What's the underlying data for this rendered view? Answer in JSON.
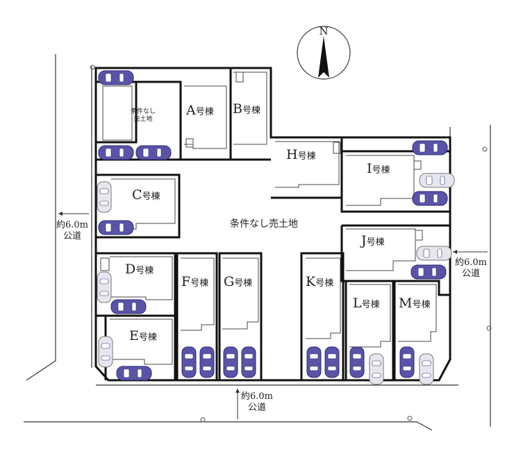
{
  "compass": {
    "north_label": "N"
  },
  "lots": [
    {
      "id": "A",
      "letter": "A",
      "suffix": "号棟"
    },
    {
      "id": "B",
      "letter": "B",
      "suffix": "号棟"
    },
    {
      "id": "C",
      "letter": "C",
      "suffix": "号棟"
    },
    {
      "id": "D",
      "letter": "D",
      "suffix": "号棟"
    },
    {
      "id": "E",
      "letter": "E",
      "suffix": "号棟"
    },
    {
      "id": "F",
      "letter": "F",
      "suffix": "号棟"
    },
    {
      "id": "G",
      "letter": "G",
      "suffix": "号棟"
    },
    {
      "id": "H",
      "letter": "H",
      "suffix": "号棟"
    },
    {
      "id": "I",
      "letter": "I",
      "suffix": "号棟"
    },
    {
      "id": "J",
      "letter": "J",
      "suffix": "号棟"
    },
    {
      "id": "K",
      "letter": "K",
      "suffix": "号棟"
    },
    {
      "id": "L",
      "letter": "L",
      "suffix": "号棟"
    },
    {
      "id": "M",
      "letter": "M",
      "suffix": "号棟"
    }
  ],
  "land_small": {
    "line1": "条件なし",
    "line2": "売土地"
  },
  "land_center": "条件なし売土地",
  "roads": {
    "west": {
      "width": "約6.0m",
      "type": "公道"
    },
    "east": {
      "width": "約6.0m",
      "type": "公道"
    },
    "south": {
      "width": "約6.0m",
      "type": "公道"
    }
  },
  "colors": {
    "car_body": "#5a54a8",
    "car_window": "#ffffff",
    "light_car": "#e6e6ee"
  }
}
